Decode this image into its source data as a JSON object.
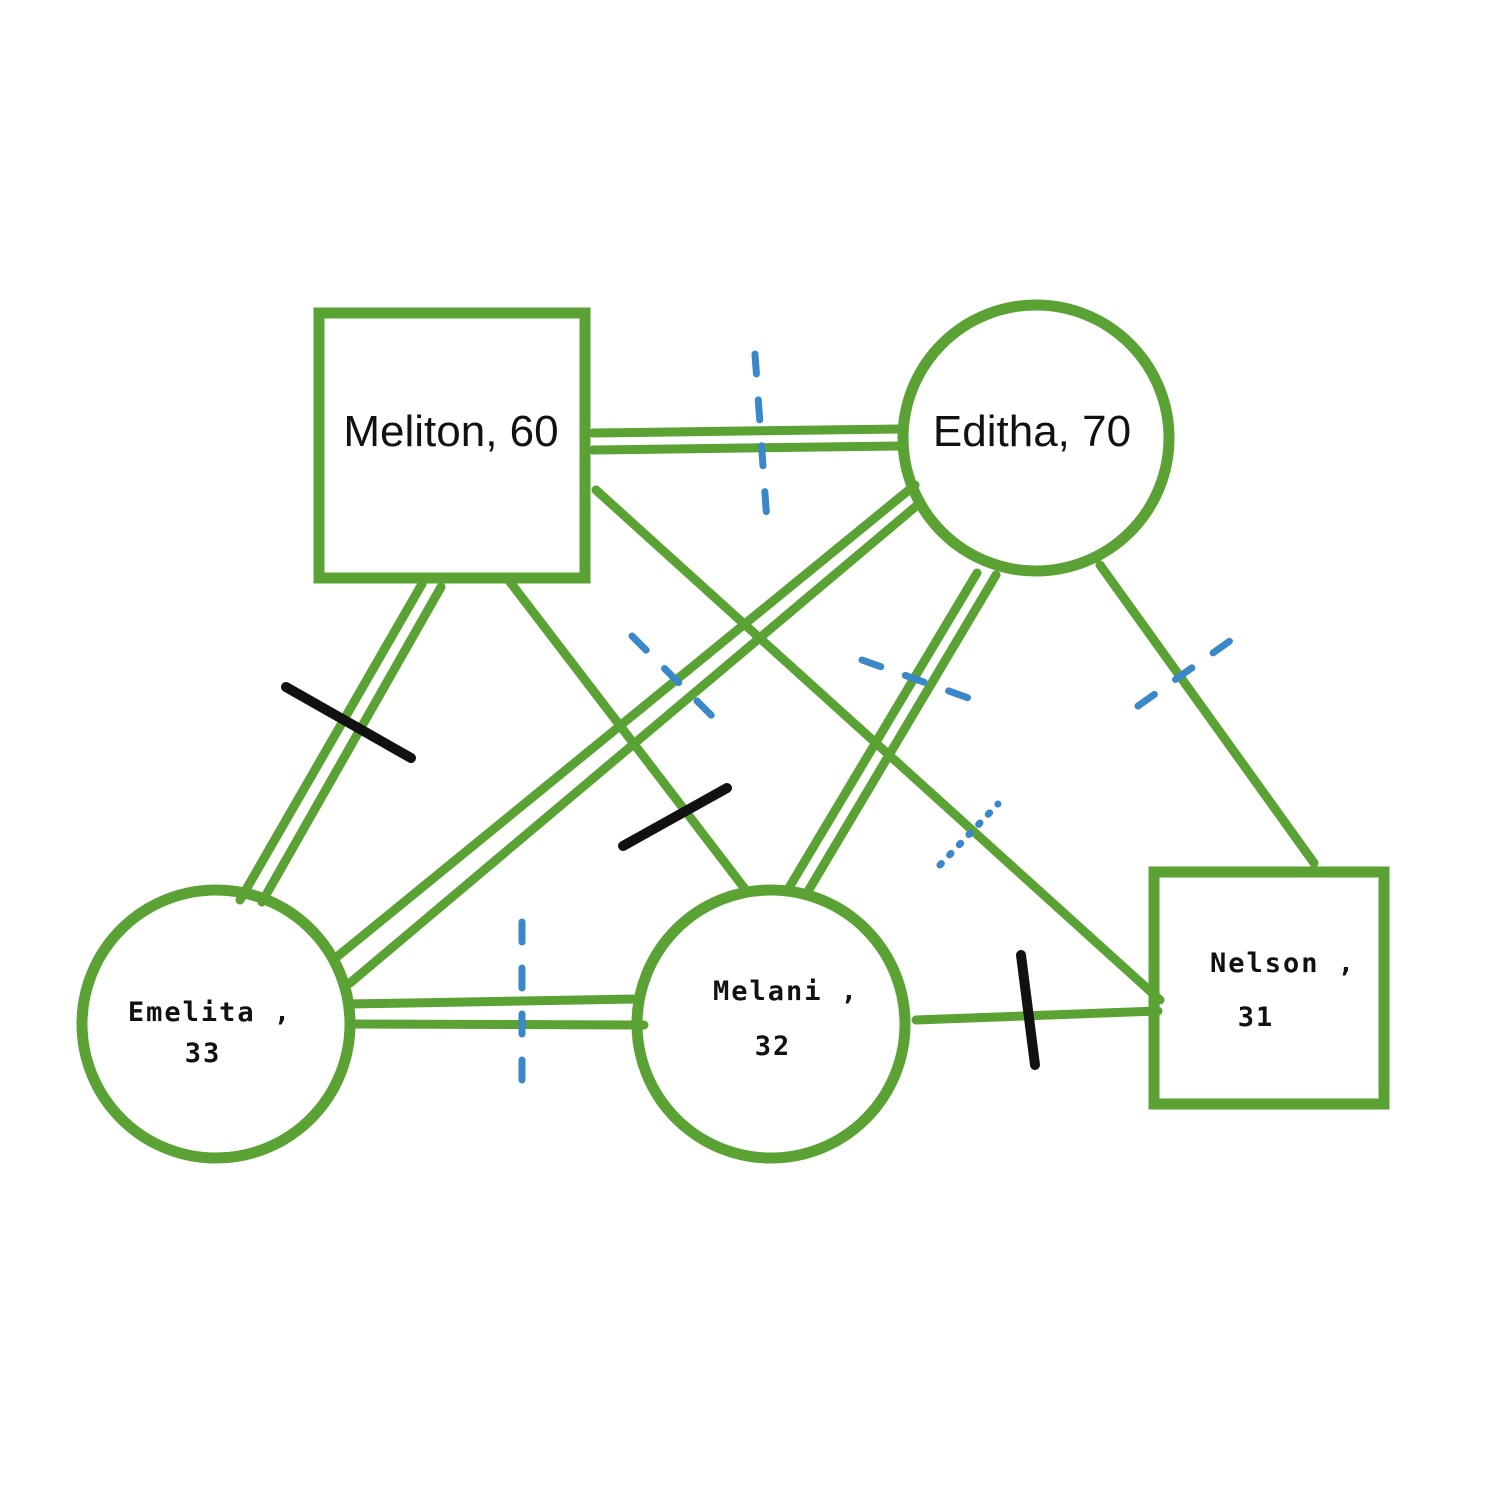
{
  "people": {
    "meliton": {
      "name": "Meliton, 60"
    },
    "editha": {
      "name": "Editha, 70"
    },
    "emelita": {
      "name_line1": "Emelita ,",
      "name_line2": "33"
    },
    "melani": {
      "name_line1": "Melani ,",
      "name_line2": "32"
    },
    "nelson": {
      "name_line1": "Nelson ,",
      "name_line2": "31"
    }
  },
  "colors": {
    "relationship_lines": "#5aa234",
    "conflict_marks": "#111111",
    "distance_marks": "#3a87c9",
    "background": "#ffffff"
  }
}
